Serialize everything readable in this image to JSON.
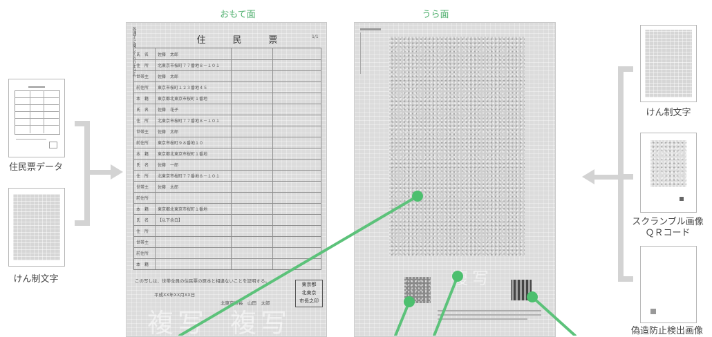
{
  "titles": {
    "front": "おもて面",
    "back": "うら面"
  },
  "left_items": {
    "data_label": "住民票データ",
    "pattern_label": "けん制文字"
  },
  "right_items": {
    "pattern_label": "けん制文字",
    "scramble_label_line1": "スクランブル画像",
    "scramble_label_line2": "ＱＲコード",
    "forgery_label": "偽造防止検出画像"
  },
  "front_doc": {
    "title": "住　　　民　　　票",
    "page": "1/1",
    "header_note": "各通正に関しておりません",
    "rows": [
      {
        "field": "氏　名",
        "value": "佐藤　太郎"
      },
      {
        "field": "住　所",
        "value": "北東京市桜町７７番地８－１０１"
      },
      {
        "field": "世帯主",
        "value": "佐藤　太郎"
      },
      {
        "field": "前住所",
        "value": "東京市桜町１２３番地４５"
      },
      {
        "field": "本　籍",
        "value": "東京都北東京市桜町１番地"
      },
      {
        "field": "氏　名",
        "value": "佐藤　花子"
      },
      {
        "field": "住　所",
        "value": "北東京市桜町７７番地８－１０１"
      },
      {
        "field": "世帯主",
        "value": "佐藤　太郎"
      },
      {
        "field": "前住所",
        "value": "東京市桜町９８番地１０"
      },
      {
        "field": "本　籍",
        "value": "東京都北東京市桜町１番地"
      },
      {
        "field": "氏　名",
        "value": "佐藤　一郎"
      },
      {
        "field": "住　所",
        "value": "北東京市桜町７７番地８－１０１"
      },
      {
        "field": "世帯主",
        "value": "佐藤　太郎"
      },
      {
        "field": "前住所",
        "value": ""
      },
      {
        "field": "本　籍",
        "value": "東京都北東京市桜町１番地"
      },
      {
        "field": "氏　名",
        "value": "【以下余白】"
      },
      {
        "field": "住　所",
        "value": ""
      },
      {
        "field": "世帯主",
        "value": ""
      },
      {
        "field": "前住所",
        "value": ""
      },
      {
        "field": "本　籍",
        "value": ""
      }
    ],
    "certification": "この写しは、世帯全員の住民票の原本と相違ないことを証明する。",
    "date": "平成XX年XX月XX日",
    "issuer": "北東京市長　山田　太郎",
    "seal": [
      "東京都",
      "北東京",
      "市長之印"
    ],
    "watermark": "複写"
  }
}
